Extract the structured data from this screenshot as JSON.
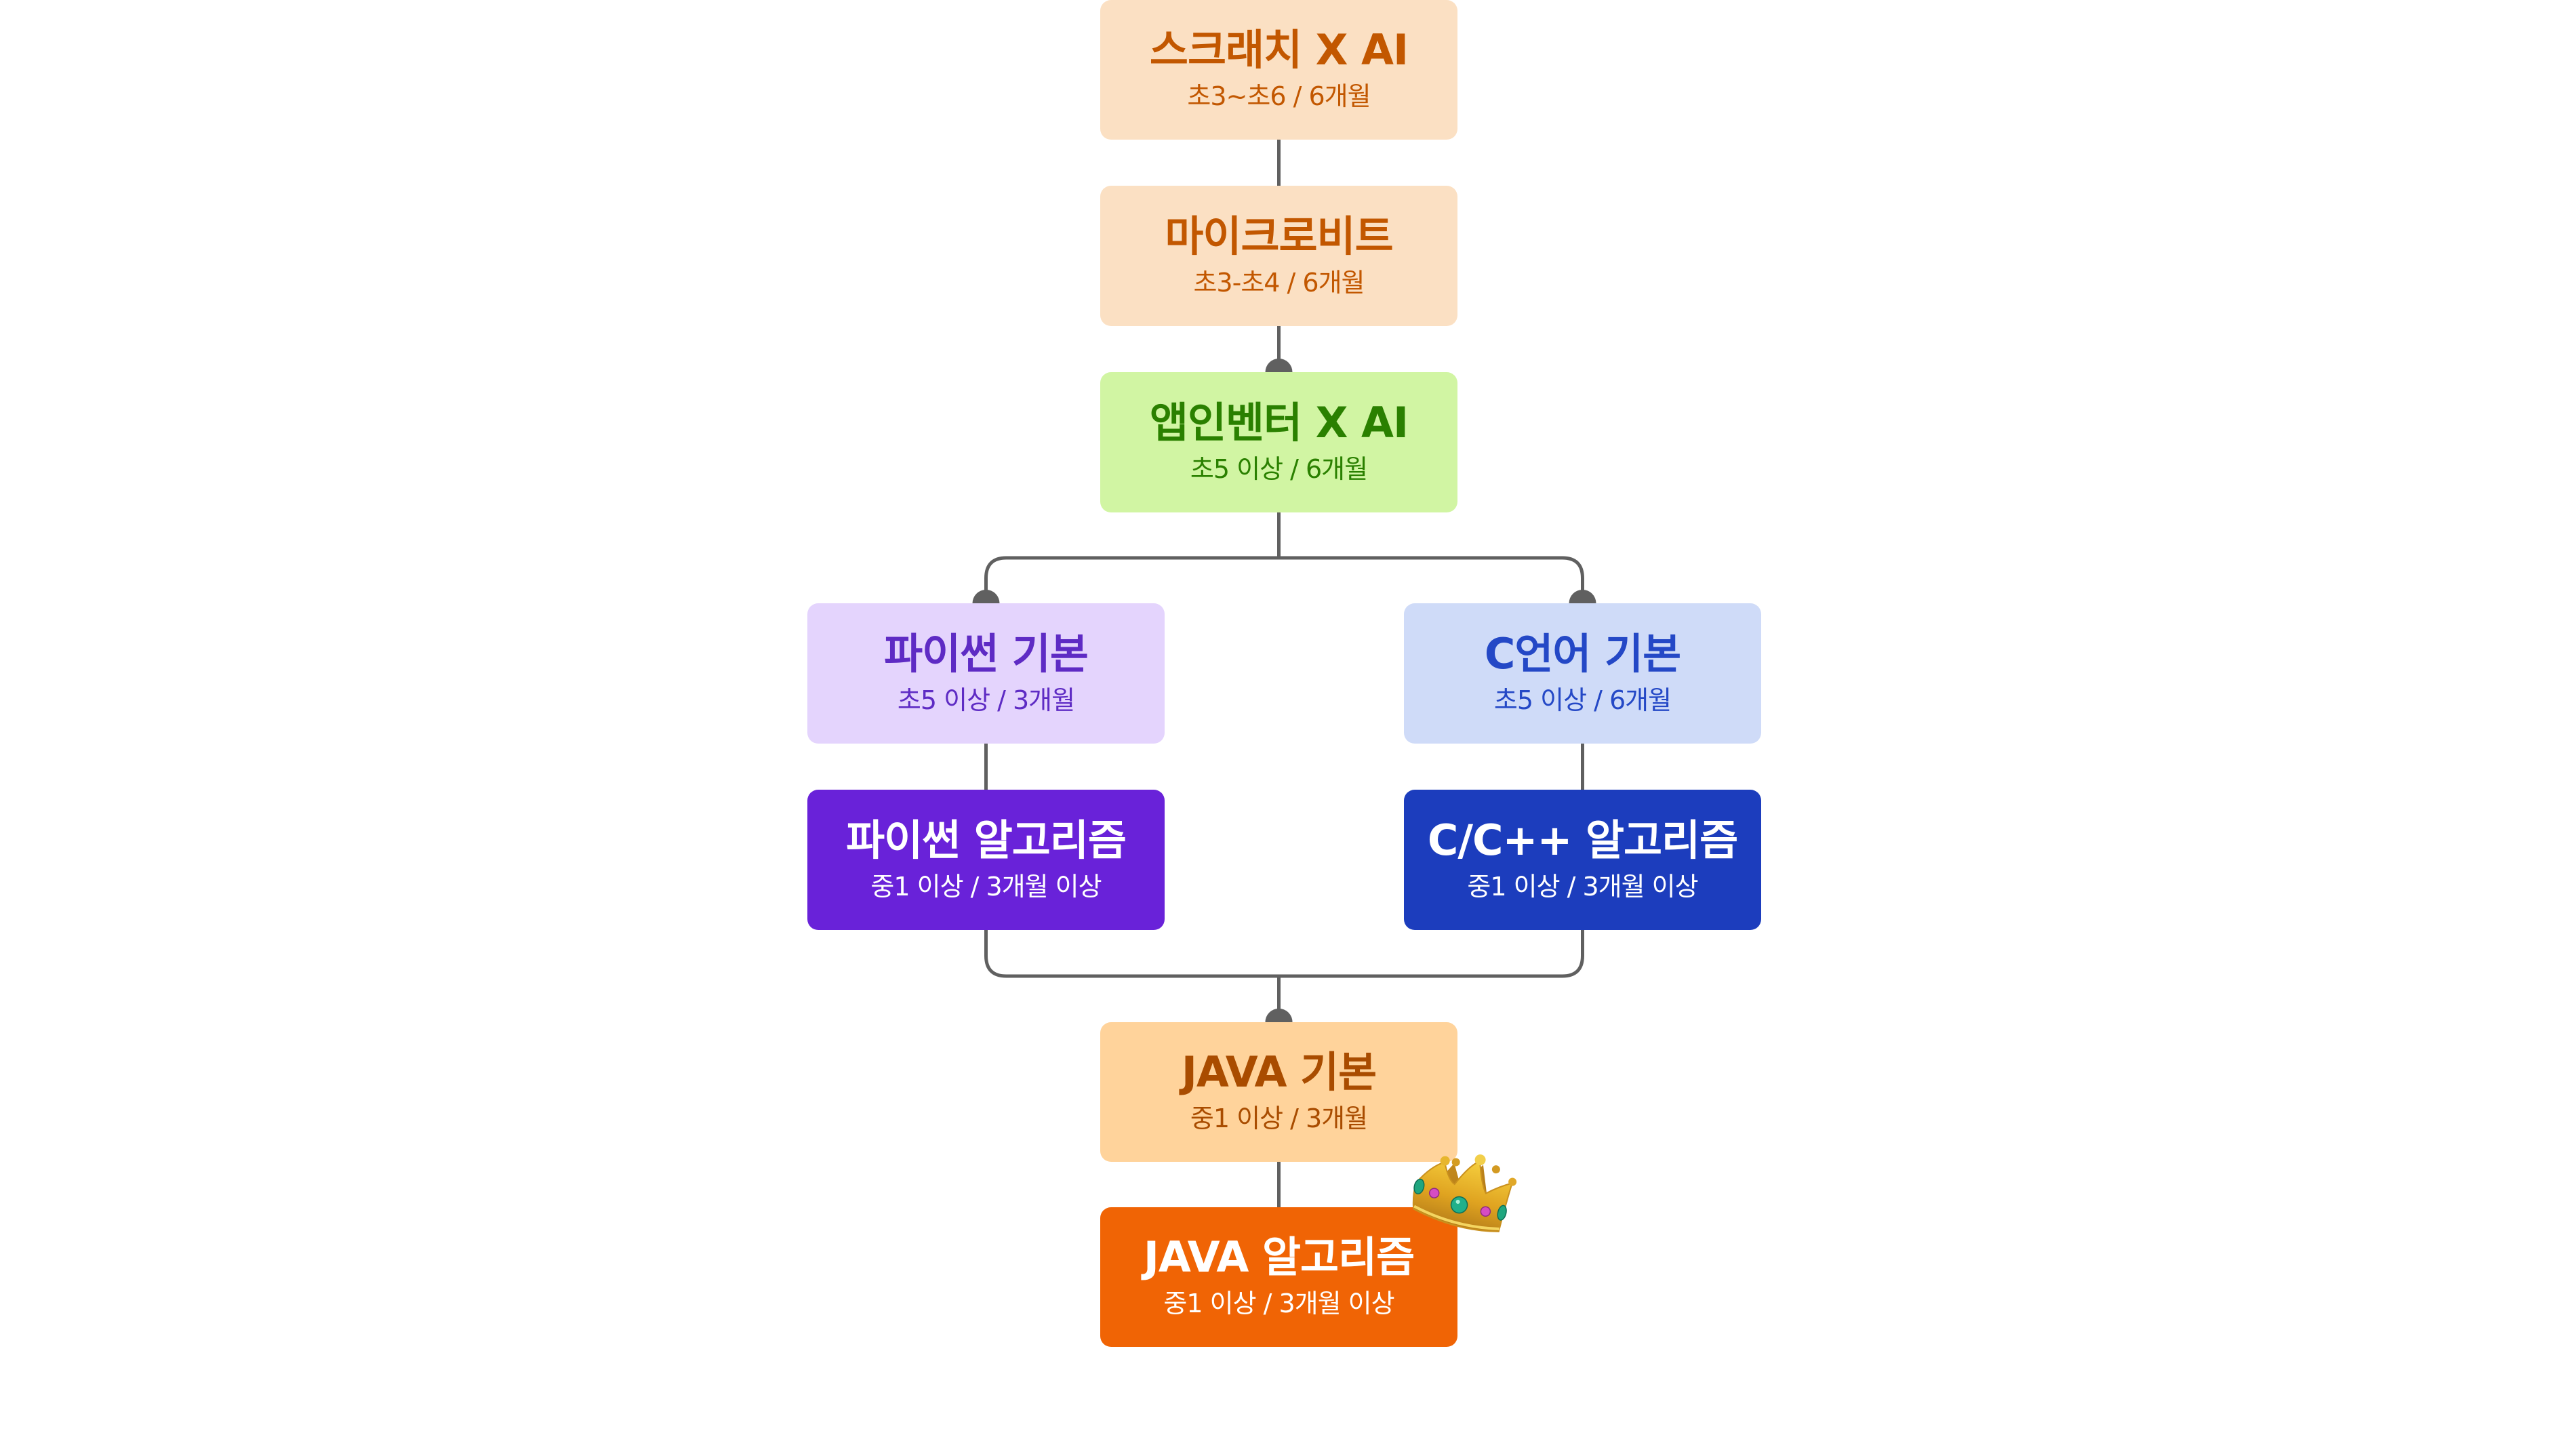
{
  "diagram": {
    "type": "curriculum-roadmap",
    "nodes": [
      {
        "id": "scratch-ai",
        "title": "스크래치 X AI",
        "subtitle": "초3~초6 / 6개월",
        "bg": "#FBE0C3",
        "fg": "#C25700"
      },
      {
        "id": "microbit",
        "title": "마이크로비트",
        "subtitle": "초3-초4 / 6개월",
        "bg": "#FBE0C3",
        "fg": "#C25700"
      },
      {
        "id": "appinventor-ai",
        "title": "앱인벤터 X AI",
        "subtitle": "초5 이상 / 6개월",
        "bg": "#D1F5A3",
        "fg": "#2A8000"
      },
      {
        "id": "python-basic",
        "title": "파이썬 기본",
        "subtitle": "초5 이상 / 3개월",
        "bg": "#E4D4FD",
        "fg": "#5E2BC4"
      },
      {
        "id": "c-basic",
        "title": "C언어 기본",
        "subtitle": "초5 이상 / 6개월",
        "bg": "#CFDBF8",
        "fg": "#2448C6"
      },
      {
        "id": "python-algorithm",
        "title": "파이썬 알고리즘",
        "subtitle": "중1 이상 / 3개월 이상",
        "bg": "#6922D9",
        "fg": "#FFFFFF"
      },
      {
        "id": "cpp-algorithm",
        "title": "C/C++ 알고리즘",
        "subtitle": "중1 이상 / 3개월 이상",
        "bg": "#1C3DBD",
        "fg": "#FFFFFF"
      },
      {
        "id": "java-basic",
        "title": "JAVA 기본",
        "subtitle": "중1 이상 / 3개월",
        "bg": "#FFD39B",
        "fg": "#A94C00"
      },
      {
        "id": "java-algorithm",
        "title": "JAVA 알고리즘",
        "subtitle": "중1 이상 / 3개월 이상",
        "bg": "#F06405",
        "fg": "#FFFFFF",
        "badge": "crown-icon"
      }
    ],
    "edges": [
      {
        "from": "scratch-ai",
        "to": "microbit",
        "dot": false
      },
      {
        "from": "microbit",
        "to": "appinventor-ai",
        "dot": true
      },
      {
        "from": "appinventor-ai",
        "to": "python-basic",
        "dot": true
      },
      {
        "from": "appinventor-ai",
        "to": "c-basic",
        "dot": true
      },
      {
        "from": "python-basic",
        "to": "python-algorithm",
        "dot": false
      },
      {
        "from": "c-basic",
        "to": "cpp-algorithm",
        "dot": false
      },
      {
        "from": "python-algorithm",
        "to": "java-basic",
        "dot": true
      },
      {
        "from": "cpp-algorithm",
        "to": "java-basic",
        "dot": true
      },
      {
        "from": "java-basic",
        "to": "java-algorithm",
        "dot": false
      }
    ],
    "connector_color": "#606060"
  }
}
